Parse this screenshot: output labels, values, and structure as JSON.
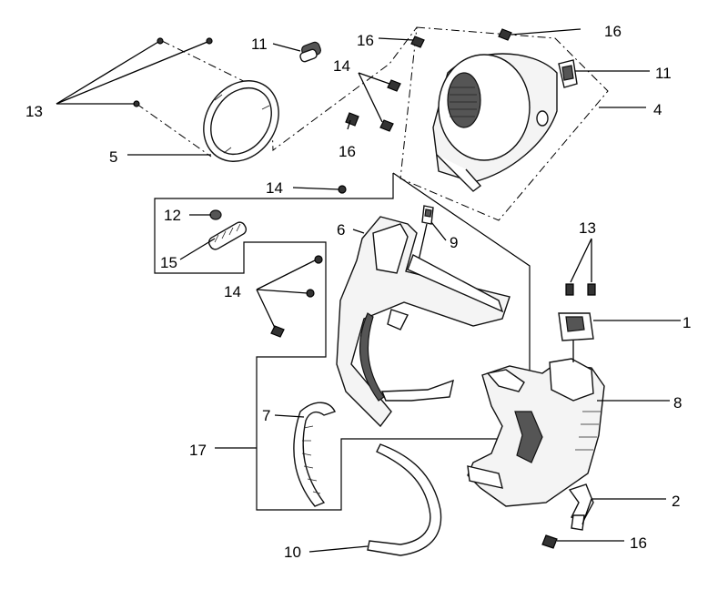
{
  "callouts": {
    "c1": "1",
    "c2": "2",
    "c4": "4",
    "c5": "5",
    "c6": "6",
    "c7": "7",
    "c8": "8",
    "c9": "9",
    "c10": "10",
    "c11a": "11",
    "c11b": "11",
    "c12": "12",
    "c13a": "13",
    "c13b": "13",
    "c14a": "14",
    "c14b": "14",
    "c14c": "14",
    "c15": "15",
    "c16a": "16",
    "c16b": "16",
    "c16c": "16",
    "c16d": "16",
    "c17": "17"
  },
  "colors": {
    "line": "#000000",
    "background": "#ffffff",
    "part_fill": "#f4f4f4",
    "dark_fill": "#555555"
  }
}
